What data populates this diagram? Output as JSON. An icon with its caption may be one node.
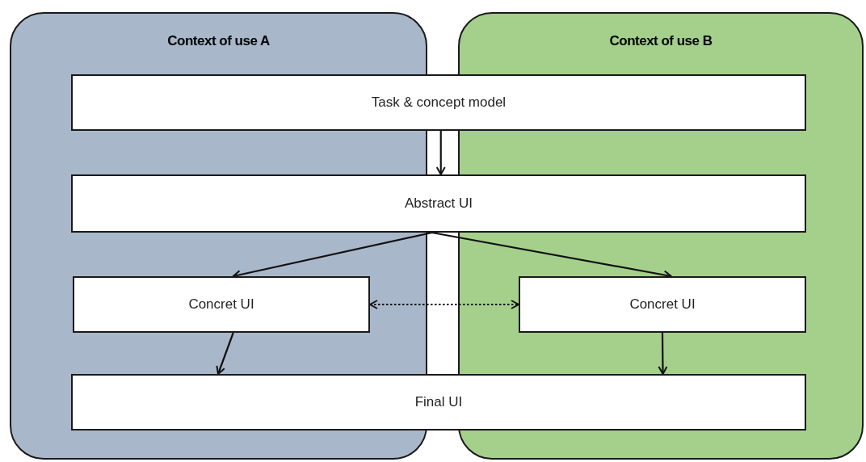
{
  "diagram": {
    "nodes": [
      {
        "text": [
          "Context of use A"
        ]
      },
      {
        "text": [
          "Context of use B"
        ]
      },
      {
        "text": [
          "Task & concept model"
        ]
      },
      {
        "text": [
          "Abstract UI"
        ]
      },
      {
        "text": [
          "Concret UI"
        ],
        "in": 0
      },
      {
        "text": [
          "Concret UI"
        ],
        "in": 1
      },
      {
        "text": [
          "Final UI"
        ]
      }
    ],
    "edges": [
      {
        "from": 2,
        "to": 3,
        "arrow": "to"
      },
      {
        "from": 3,
        "to": 4,
        "arrow": "to"
      },
      {
        "from": 3,
        "to": 5,
        "arrow": "to"
      },
      {
        "from": 4,
        "to": 5,
        "arrow": "both",
        "style": "dashed"
      },
      {
        "from": 4,
        "to": 6,
        "arrow": "to"
      },
      {
        "from": 5,
        "to": 6,
        "arrow": "to"
      }
    ]
  }
}
